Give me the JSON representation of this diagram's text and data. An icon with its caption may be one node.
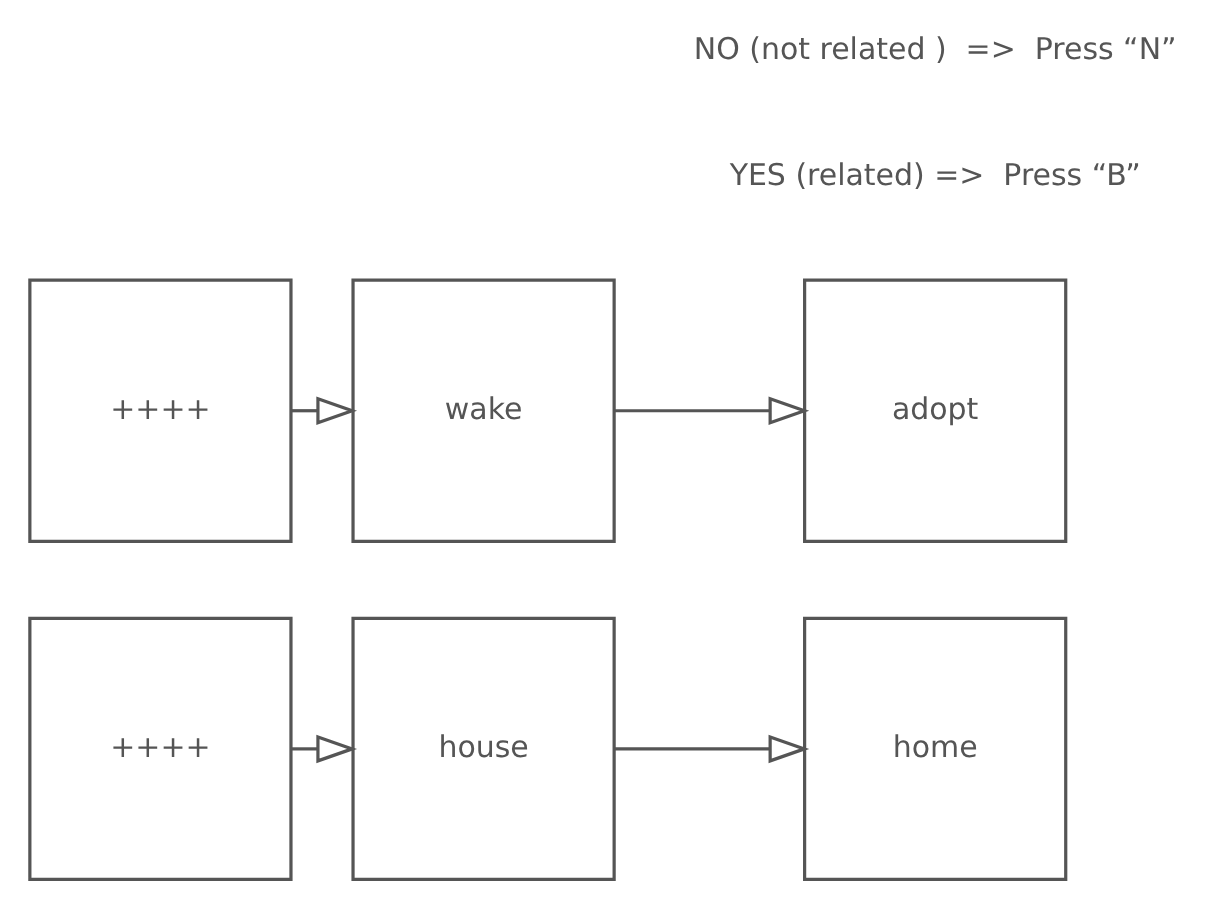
{
  "diagram": {
    "nodes": [
      {
        "text": [
          "++++"
        ]
      },
      {
        "text": [
          "house"
        ]
      },
      {
        "text": [
          "home"
        ]
      },
      {
        "text": [
          "++++"
        ]
      },
      {
        "text": [
          "wake"
        ]
      },
      {
        "text": [
          "adopt"
        ]
      }
    ],
    "edges": [
      {
        "from": 0,
        "to": 1,
        "arrow": "to"
      },
      {
        "from": 1,
        "to": 2,
        "arrow": "to"
      },
      {
        "from": 3,
        "to": 4,
        "arrow": "to"
      },
      {
        "from": 4,
        "to": 5,
        "arrow": "to"
      }
    ],
    "labels": [
      "YES (related) =>  Press “B”",
      "NO (not related )  =>  Press “N”"
    ]
  }
}
